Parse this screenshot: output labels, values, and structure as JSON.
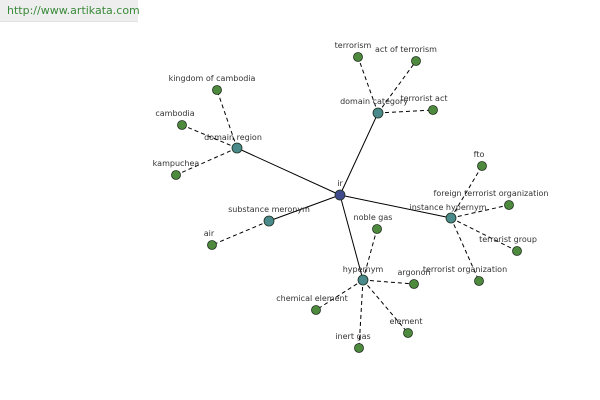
{
  "banner": {
    "url_text": "http://www.artikata.com"
  },
  "colors": {
    "root_node": "#3f4b8c",
    "relation_node": "#4a8a8a",
    "leaf_node": "#4e8a3e",
    "node_stroke": "#1e2e1e",
    "edge": "#000000",
    "banner_text": "#3a8a3a"
  },
  "graph": {
    "root": {
      "id": "ir",
      "label": "ir"
    },
    "relations": [
      {
        "id": "domain-category",
        "label": "domain category",
        "children": [
          "terrorism",
          "act of terrorism",
          "terrorist act"
        ]
      },
      {
        "id": "domain-region",
        "label": "domain region",
        "children": [
          "kingdom of cambodia",
          "cambodia",
          "kampuchea"
        ]
      },
      {
        "id": "instance-hypernym",
        "label": "instance hypernym",
        "children": [
          "fto",
          "foreign terrorist organization",
          "terrorist group",
          "terrorist organization"
        ]
      },
      {
        "id": "substance-meronym",
        "label": "substance meronym",
        "children": [
          "air"
        ]
      },
      {
        "id": "hypernym",
        "label": "hypernym",
        "children": [
          "noble gas",
          "argonon",
          "chemical element",
          "element",
          "inert gas"
        ]
      }
    ]
  }
}
